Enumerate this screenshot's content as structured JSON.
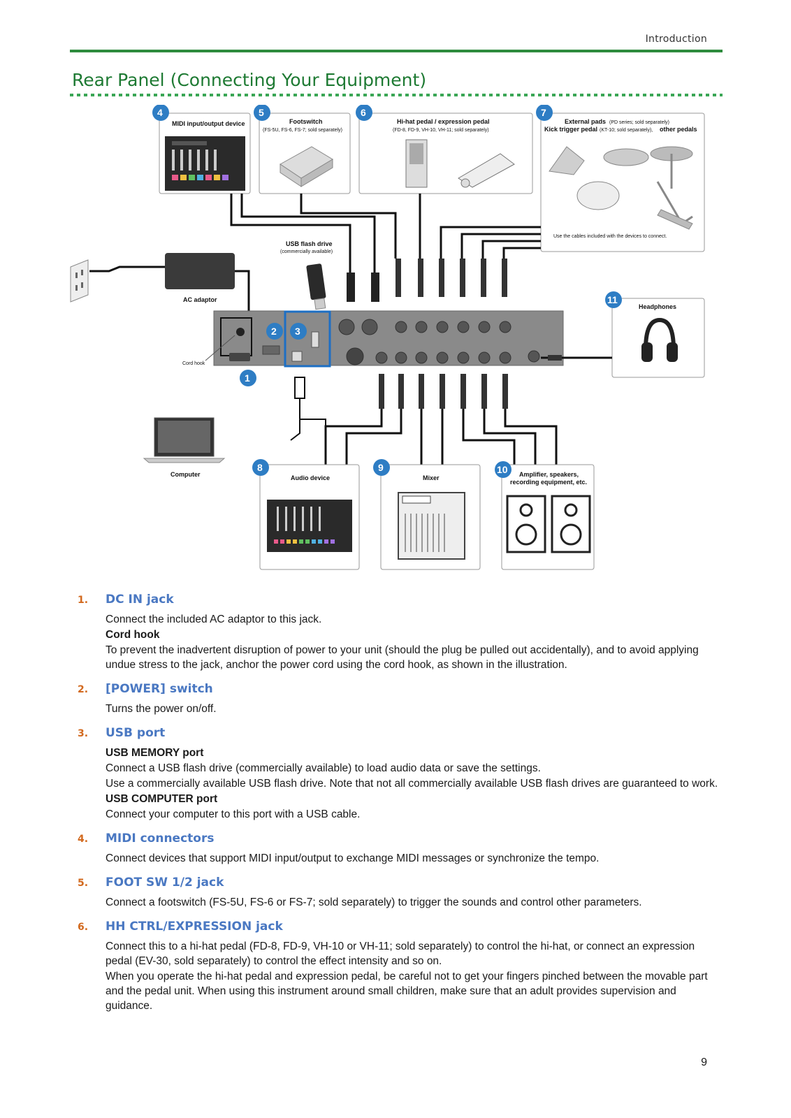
{
  "header": {
    "section": "Introduction"
  },
  "page_title": "Rear Panel (Connecting Your Equipment)",
  "figure": {
    "badges": [
      "1",
      "2",
      "3",
      "4",
      "5",
      "6",
      "7",
      "8",
      "9",
      "10",
      "11"
    ],
    "labels": {
      "midi_device": "MIDI input/output device",
      "footswitch": "Footswitch",
      "footswitch_note": "(FS-5U, FS-6, FS-7; sold separately)",
      "hihat": "Hi-hat pedal / expression pedal",
      "hihat_note": "(FD-8, FD-9, VH-10, VH-11; sold separately)",
      "external_pads": "External pads",
      "external_pads_note": "(PD series; sold separately)",
      "kick_trigger": "Kick trigger pedal",
      "kick_trigger_note": "(KT-10; sold separately),",
      "other_pedals": "other pedals",
      "cables_note": "Use the cables included with the devices to connect.",
      "usb_flash": "USB flash drive",
      "usb_flash_note": "(commercially available)",
      "ac_adaptor": "AC adaptor",
      "cord_hook": "Cord hook",
      "headphones": "Headphones",
      "computer": "Computer",
      "audio_device": "Audio device",
      "mixer": "Mixer",
      "amplifier": "Amplifier, speakers,",
      "amplifier2": "recording equipment, etc."
    }
  },
  "items": [
    {
      "num": "1.",
      "title": "DC IN jack",
      "body": [
        {
          "type": "text",
          "text": "Connect the included AC adaptor to this jack."
        },
        {
          "type": "sub",
          "text": "Cord hook"
        },
        {
          "type": "text",
          "text": "To prevent the inadvertent disruption of power to your unit (should the plug be pulled out accidentally), and to avoid applying undue stress to the jack, anchor the power cord using the cord hook, as shown in the illustration."
        }
      ]
    },
    {
      "num": "2.",
      "title": "[POWER] switch",
      "body": [
        {
          "type": "text",
          "text": "Turns the power on/off."
        }
      ]
    },
    {
      "num": "3.",
      "title": "USB port",
      "body": [
        {
          "type": "sub",
          "text": "USB MEMORY port"
        },
        {
          "type": "text",
          "text": "Connect a USB flash drive (commercially available) to load audio data or save the settings."
        },
        {
          "type": "text",
          "text": "Use a commercially available USB flash drive. Note that not all commercially available USB flash drives are guaranteed to work."
        },
        {
          "type": "sub",
          "text": "USB COMPUTER port"
        },
        {
          "type": "text",
          "text": "Connect your computer to this port with a USB cable."
        }
      ]
    },
    {
      "num": "4.",
      "title": "MIDI connectors",
      "body": [
        {
          "type": "text",
          "text": "Connect devices that support MIDI input/output to exchange MIDI messages or synchronize the tempo."
        }
      ]
    },
    {
      "num": "5.",
      "title": "FOOT SW 1/2 jack",
      "body": [
        {
          "type": "text",
          "text": "Connect a footswitch (FS-5U, FS-6 or FS-7; sold separately) to trigger the sounds and control other parameters."
        }
      ]
    },
    {
      "num": "6.",
      "title": "HH CTRL/EXPRESSION jack",
      "body": [
        {
          "type": "text",
          "text": "Connect this to a hi-hat pedal (FD-8, FD-9, VH-10 or VH-11; sold separately) to control the hi-hat, or connect an expression pedal (EV-30, sold separately) to control the effect intensity and so on."
        },
        {
          "type": "text",
          "text": "When you operate the hi-hat pedal and expression pedal, be careful not to get your fingers pinched between the movable part and the pedal unit. When using this instrument around small children, make sure that an adult provides supervision and guidance."
        }
      ]
    }
  ],
  "page_number": "9",
  "colors": {
    "green": "#2e8b3e",
    "badge_blue": "#2e7dc4",
    "title_blue": "#4a78c2",
    "number_orange": "#d2691e"
  }
}
